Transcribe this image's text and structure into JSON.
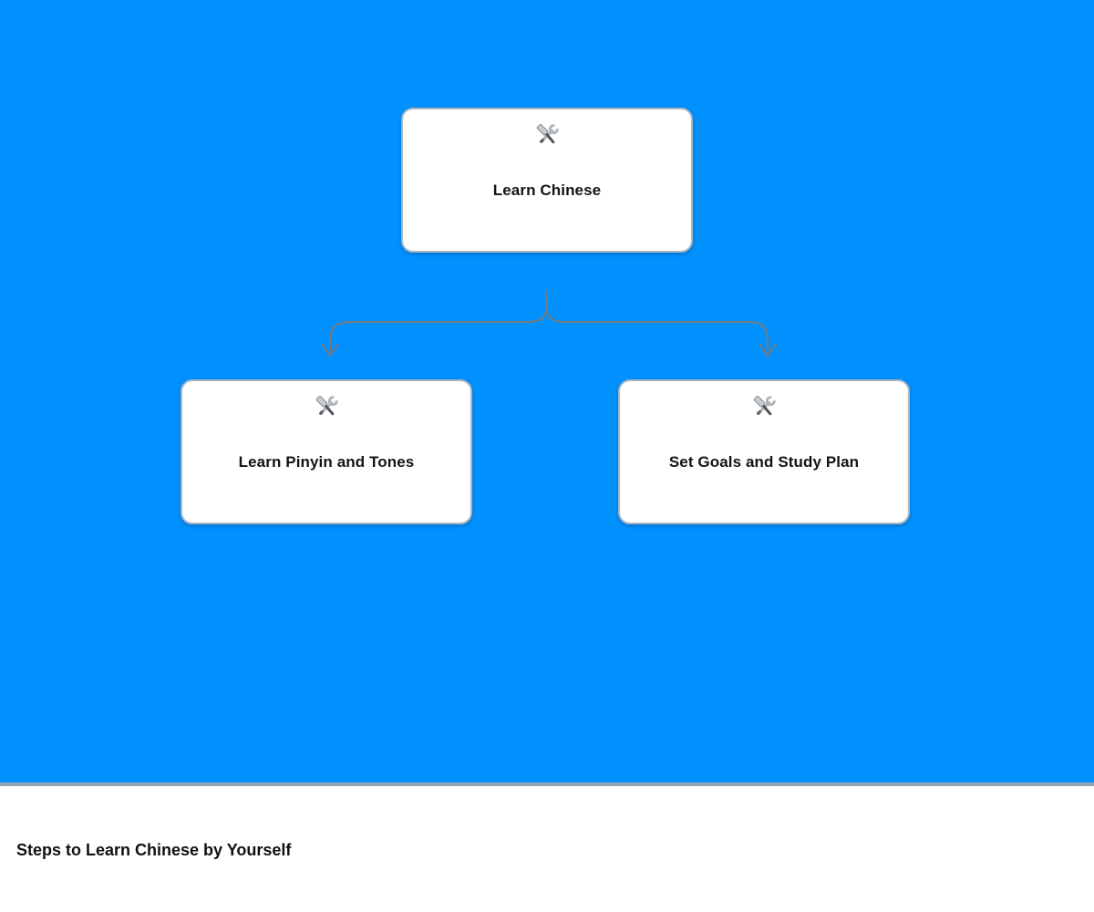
{
  "app": {
    "background_color": "#0191ff"
  },
  "diagram": {
    "type": "flowchart",
    "nodes": [
      {
        "id": "learn-chinese",
        "label": "Learn Chinese",
        "icon": "hammer-and-wrench"
      },
      {
        "id": "learn-pinyin-and-tones",
        "label": "Learn Pinyin and Tones",
        "icon": "hammer-and-wrench"
      },
      {
        "id": "set-goals-and-study-plan",
        "label": "Set Goals and Study Plan",
        "icon": "hammer-and-wrench"
      }
    ],
    "edges": [
      {
        "from": "learn-chinese",
        "to": "learn-pinyin-and-tones"
      },
      {
        "from": "learn-chinese",
        "to": "set-goals-and-study-plan"
      }
    ],
    "colors": {
      "background": "#0191ff",
      "node_background": "#ffffff",
      "node_border": "#a9b6c2",
      "connector": "#6f7b87",
      "divider": "#93a4b4",
      "caption_text": "#111111"
    }
  },
  "footer": {
    "caption": "Steps to Learn Chinese by Yourself"
  }
}
